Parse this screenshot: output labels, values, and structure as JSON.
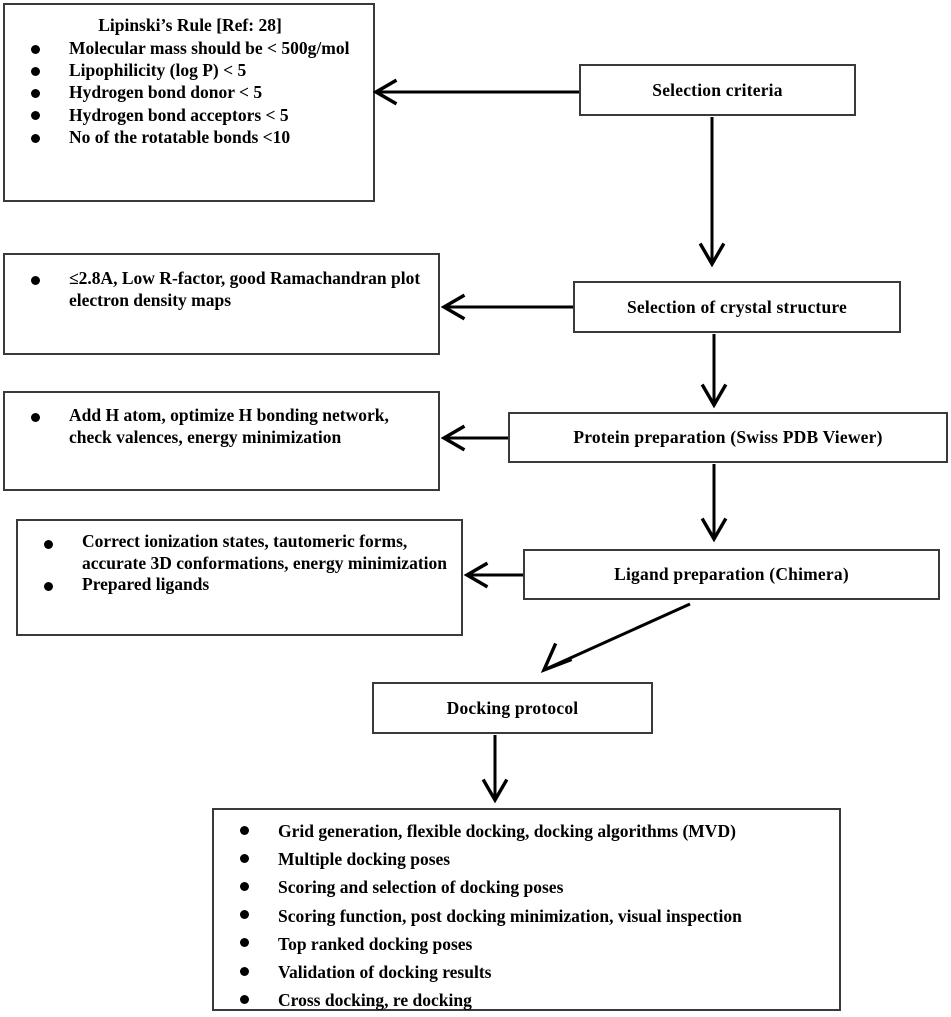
{
  "diagram": {
    "title": "Molecular docking workflow flowchart",
    "line_color": "#000000",
    "box_border_color": "#3a3a3a",
    "background": "#ffffff"
  },
  "nodes": {
    "lipinski": {
      "title": "Lipinski’s Rule [Ref: 28]",
      "bullets": [
        "Molecular mass should be < 500g/mol",
        "Lipophilicity (log P) < 5",
        "Hydrogen bond donor < 5",
        "Hydrogen bond acceptors < 5",
        "No of the rotatable bonds <10"
      ]
    },
    "selection_criteria": {
      "label": "Selection criteria"
    },
    "crystal_criteria": {
      "bullets": [
        "≤2.8A, Low R-factor, good Ramachandran plot electron density maps"
      ]
    },
    "selection_crystal": {
      "label": "Selection of crystal structure"
    },
    "protein_details": {
      "bullets": [
        "Add H atom, optimize H bonding network, check valences, energy minimization"
      ]
    },
    "protein_preparation": {
      "label": "Protein preparation (Swiss PDB Viewer)"
    },
    "ligand_details": {
      "bullets": [
        "Correct ionization states, tautomeric forms, accurate 3D conformations, energy minimization",
        "Prepared ligands"
      ]
    },
    "ligand_preparation": {
      "label": "Ligand preparation (Chimera)"
    },
    "docking_protocol": {
      "label": "Docking protocol"
    },
    "docking_details": {
      "bullets": [
        "Grid generation, flexible docking, docking algorithms (MVD)",
        "Multiple docking poses",
        "Scoring and selection of docking poses",
        "Scoring function, post docking minimization, visual inspection",
        "Top ranked docking poses",
        "Validation of docking results",
        "Cross docking, re docking"
      ]
    }
  },
  "connectors": [
    {
      "name": "selection-criteria-to-lipinski",
      "direction": "left"
    },
    {
      "name": "selection-criteria-to-crystal-structure",
      "direction": "down"
    },
    {
      "name": "crystal-structure-to-criteria",
      "direction": "left"
    },
    {
      "name": "crystal-structure-to-protein-preparation",
      "direction": "down"
    },
    {
      "name": "protein-preparation-to-details",
      "direction": "left"
    },
    {
      "name": "protein-preparation-to-ligand-preparation",
      "direction": "down"
    },
    {
      "name": "ligand-preparation-to-details",
      "direction": "left"
    },
    {
      "name": "ligand-preparation-to-docking-protocol",
      "direction": "diagonal-down-left"
    },
    {
      "name": "docking-protocol-to-details",
      "direction": "down"
    }
  ]
}
